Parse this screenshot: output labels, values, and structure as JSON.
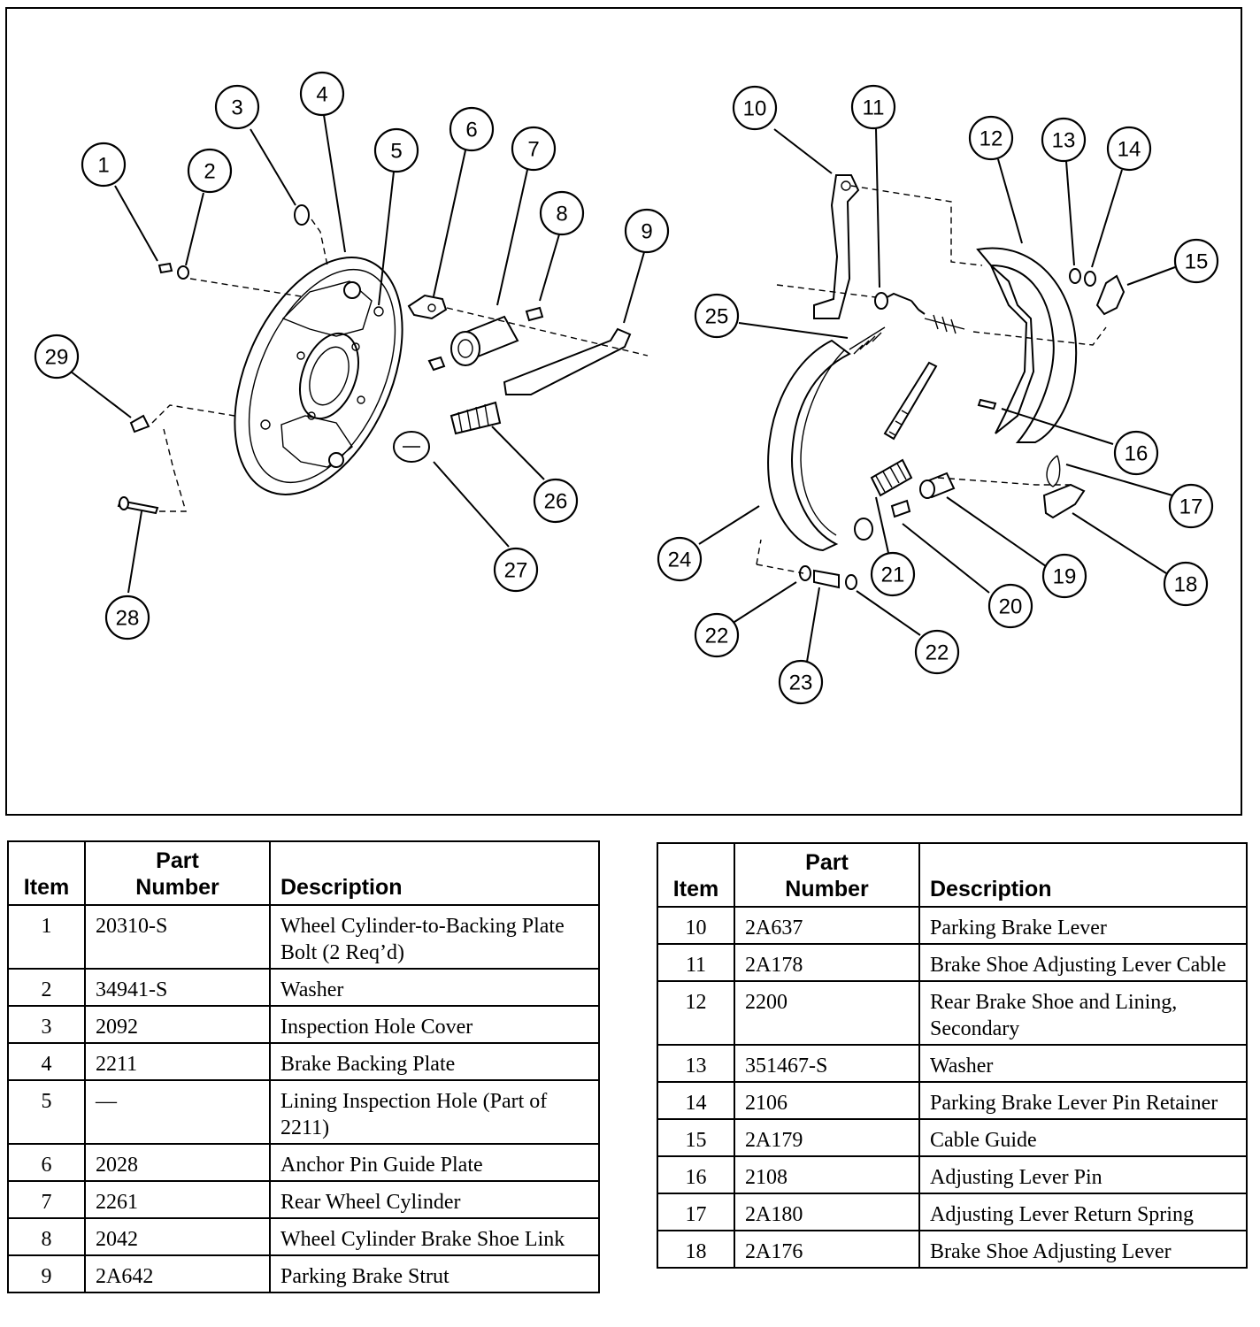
{
  "callouts": [
    "1",
    "2",
    "3",
    "4",
    "5",
    "6",
    "7",
    "8",
    "9",
    "10",
    "11",
    "12",
    "13",
    "14",
    "15",
    "16",
    "17",
    "18",
    "19",
    "20",
    "21",
    "22",
    "22",
    "23",
    "24",
    "25",
    "26",
    "27",
    "28",
    "29"
  ],
  "table_header": {
    "item": "Item",
    "part_number_line1": "Part",
    "part_number_line2": "Number",
    "description": "Description"
  },
  "table_left": [
    {
      "item": "1",
      "part": "20310-S",
      "desc": "Wheel Cylinder-to-Backing Plate Bolt (2 Req’d)"
    },
    {
      "item": "2",
      "part": "34941-S",
      "desc": "Washer"
    },
    {
      "item": "3",
      "part": "2092",
      "desc": "Inspection Hole Cover"
    },
    {
      "item": "4",
      "part": "2211",
      "desc": "Brake Backing Plate"
    },
    {
      "item": "5",
      "part": "—",
      "desc": "Lining Inspection Hole (Part of 2211)"
    },
    {
      "item": "6",
      "part": "2028",
      "desc": "Anchor Pin Guide Plate"
    },
    {
      "item": "7",
      "part": "2261",
      "desc": "Rear Wheel Cylinder"
    },
    {
      "item": "8",
      "part": "2042",
      "desc": "Wheel Cylinder Brake Shoe Link"
    },
    {
      "item": "9",
      "part": "2A642",
      "desc": "Parking Brake Strut"
    }
  ],
  "table_right": [
    {
      "item": "10",
      "part": "2A637",
      "desc": "Parking Brake Lever"
    },
    {
      "item": "11",
      "part": "2A178",
      "desc": "Brake Shoe Adjusting Lever Cable"
    },
    {
      "item": "12",
      "part": "2200",
      "desc": "Rear Brake Shoe and Lining, Secondary"
    },
    {
      "item": "13",
      "part": "351467-S",
      "desc": "Washer"
    },
    {
      "item": "14",
      "part": "2106",
      "desc": "Parking Brake Lever Pin Retainer"
    },
    {
      "item": "15",
      "part": "2A179",
      "desc": "Cable Guide"
    },
    {
      "item": "16",
      "part": "2108",
      "desc": "Adjusting Lever Pin"
    },
    {
      "item": "17",
      "part": "2A180",
      "desc": "Adjusting Lever Return Spring"
    },
    {
      "item": "18",
      "part": "2A176",
      "desc": "Brake Shoe Adjusting Lever"
    }
  ]
}
